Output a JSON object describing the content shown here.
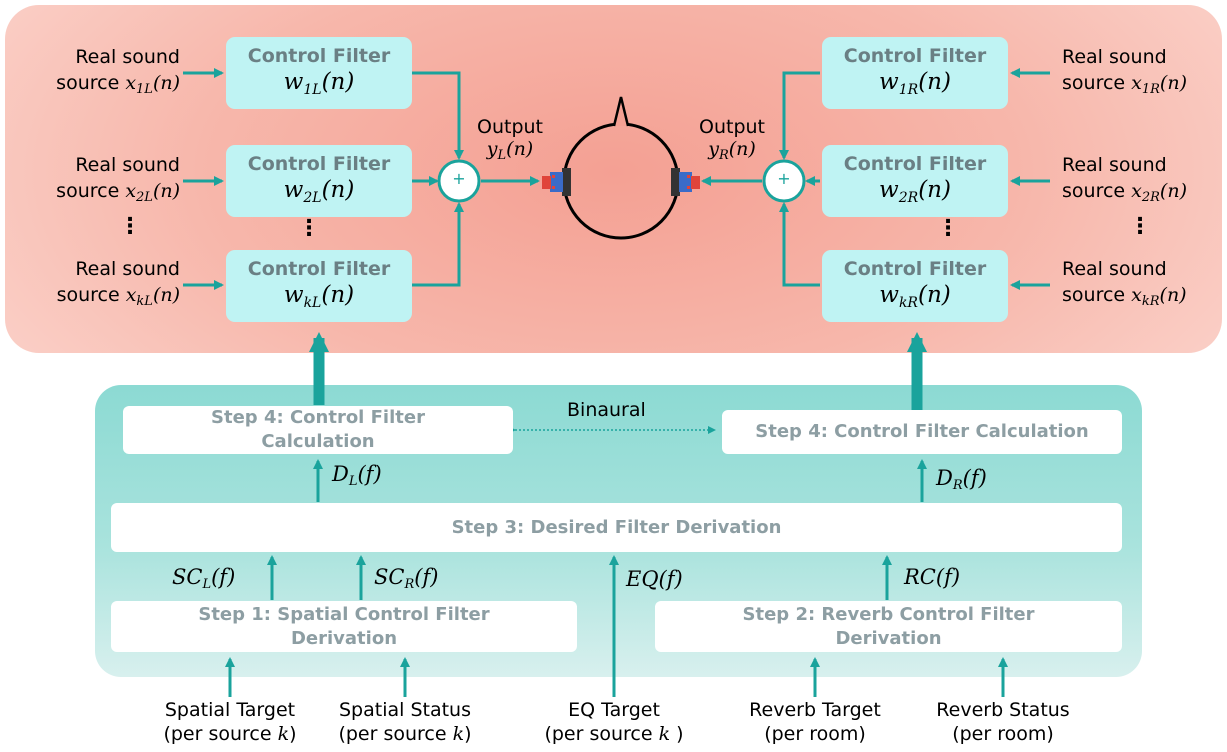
{
  "control_filter_label": "Control Filter",
  "left_filters": [
    {
      "w": "w",
      "sub": "1L",
      "arg": "(n)"
    },
    {
      "w": "w",
      "sub": "2L",
      "arg": "(n)"
    },
    {
      "w": "w",
      "sub": "kL",
      "arg": "(n)"
    }
  ],
  "right_filters": [
    {
      "w": "w",
      "sub": "1R",
      "arg": "(n)"
    },
    {
      "w": "w",
      "sub": "2R",
      "arg": "(n)"
    },
    {
      "w": "w",
      "sub": "kR",
      "arg": "(n)"
    }
  ],
  "left_sources": [
    {
      "line1": "Real sound",
      "prefix": "source ",
      "x": "x",
      "sub": "1L",
      "arg": "(n)"
    },
    {
      "line1": "Real sound",
      "prefix": "source ",
      "x": "x",
      "sub": "2L",
      "arg": "(n)"
    },
    {
      "line1": "Real sound",
      "prefix": "source ",
      "x": "x",
      "sub": "kL",
      "arg": "(n)"
    }
  ],
  "right_sources": [
    {
      "line1": "Real sound",
      "prefix": "source ",
      "x": "x",
      "sub": "1R",
      "arg": "(n)"
    },
    {
      "line1": "Real sound",
      "prefix": "source ",
      "x": "x",
      "sub": "2R",
      "arg": "(n)"
    },
    {
      "line1": "Real sound",
      "prefix": "source ",
      "x": "x",
      "sub": "kR",
      "arg": "(n)"
    }
  ],
  "ellipsis": "⋮",
  "adder_symbol": "+",
  "output_left": {
    "label": "Output",
    "y": "y",
    "sub": "L",
    "arg": "(n)"
  },
  "output_right": {
    "label": "Output",
    "y": "y",
    "sub": "R",
    "arg": "(n)"
  },
  "binaural_label": "Binaural",
  "steps": {
    "step4_left": "Step 4: Control Filter Calculation",
    "step4_right": "Step 4: Control Filter Calculation",
    "step3": "Step 3: Desired Filter Derivation",
    "step1": "Step 1: Spatial Control Filter Derivation",
    "step2": "Step 2: Reverb Control Filter Derivation"
  },
  "signals": {
    "DL": {
      "base": "D",
      "sub": "L",
      "arg": "(f)"
    },
    "DR": {
      "base": "D",
      "sub": "R",
      "arg": "(f)"
    },
    "SCL": {
      "base": "SC",
      "sub": "L",
      "arg": "(f)"
    },
    "SCR": {
      "base": "SC",
      "sub": "R",
      "arg": "(f)"
    },
    "EQ": {
      "base": "EQ(f)"
    },
    "RC": {
      "base": "RC(f)"
    }
  },
  "inputs": [
    {
      "title": "Spatial Target",
      "detail": "(per source ",
      "var": "k",
      "close": ")"
    },
    {
      "title": "Spatial Status",
      "detail": "(per source ",
      "var": "k",
      "close": ")"
    },
    {
      "title": "EQ Target",
      "detail": "(per source ",
      "var": "k",
      "close": " )"
    },
    {
      "title": "Reverb Target",
      "detail": "(per room)",
      "var": "",
      "close": ""
    },
    {
      "title": "Reverb Status",
      "detail": "(per room)",
      "var": "",
      "close": ""
    }
  ],
  "colors": {
    "arrow": "#1aa39c",
    "filter_box": "#bff3f3",
    "top_panel": "#f4a093",
    "bottom_panel": "#8cdad3",
    "step_text": "#8d9ea3",
    "earbud_blue": "#3a6bc8",
    "earbud_red": "#e0443a"
  }
}
